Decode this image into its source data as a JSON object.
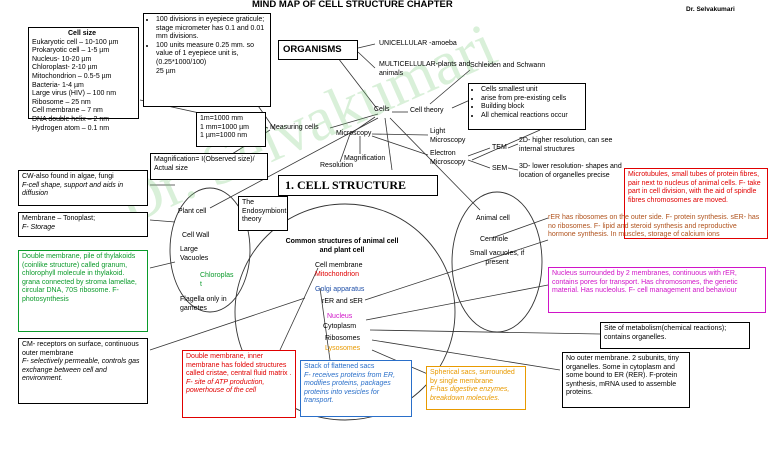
{
  "header": {
    "title": "MIND MAP OF CELL STRUCTURE CHAPTER",
    "author": "Dr. Selvakumari"
  },
  "watermark": "Dr. Selvakumari",
  "central_topic": "1. CELL STRUCTURE",
  "cell_size": {
    "heading": "Cell size",
    "lines": [
      "Eukaryotic cell – 10-100 µm",
      "Prokaryotic cell – 1-5 µm",
      "Nucleus- 10-20 µm",
      "Chloroplast- 2-10 µm",
      "Mitochondrion – 0.5-5 µm",
      "Bacteria- 1-4 µm",
      "Large virus (HIV) – 100 nm",
      "Ribosome – 25 nm",
      "Cell membrane – 7 nm",
      "DNA double helix – 2 nm",
      "Hydrogen atom – 0.1 nm"
    ]
  },
  "eyepiece": {
    "lines": [
      "100 divisions in eyepiece graticule; stage micrometer has 0.1 and 0.01 mm divisions.",
      "100 units measure 0.25 mm. so value of 1 eyepiece unit is,         (0.25*1000/100)",
      "25 µm"
    ]
  },
  "units": {
    "lines": [
      "1m=1000 mm",
      "1 mm=1000 µm",
      "1 µm=1000 nm"
    ]
  },
  "magnification_formula": "Magnification= I(Observed size)/ Actual size",
  "organisms": {
    "label": "ORGANISMS",
    "unicellular": "UNICELLULAR -amoeba",
    "multicellular": "MULTICELLULAR-plants and animals"
  },
  "schleiden": "Schleiden and Schwann",
  "cell_theory": {
    "label": "Cell theory",
    "points": [
      "Cells smallest unit",
      "arise from pre-existing cells",
      "Building block",
      "All chemical reactions occur"
    ]
  },
  "nodes": {
    "cells": "Cells",
    "measuring_cells": "Measuring cells",
    "microscopy": "Microscopy",
    "resolution": "Resolution",
    "magnification": "Magnification",
    "light_microscopy": "Light Microscopy",
    "electron_microscopy": "Electron Microscopy",
    "tem": "TEM",
    "sem": "SEM",
    "tem_desc": "2D- higher resolution, can see internal structures",
    "sem_desc": "3D- lower resolution- shapes and location of organelles precise"
  },
  "plant_cell": {
    "label": "Plant cell",
    "items": [
      "Cell Wall",
      "Large Vacuoles",
      "Chloroplas t",
      "Flagella only in gametes"
    ]
  },
  "endosymbiont": "The Endosymbiont theory",
  "animal_cell": {
    "label": "Animal cell",
    "items": [
      "Centriole",
      "Small vacuoles, if present"
    ]
  },
  "common": {
    "heading": "Common structures of animal cell and plant cell",
    "cell_membrane": "Cell membrane",
    "mitochondrion": "Mitochondrion",
    "golgi": "Golgi apparatus",
    "er": "rER and sER",
    "nucleus": "Nucleus",
    "cytoplasm": "Cytoplasm",
    "ribosomes": "Ribosomes",
    "lysosomes": "Lysosomes"
  },
  "notes": {
    "cell_wall": [
      "CW-also found in algae, fungi",
      "F-cell shape, support and aids in diffusion"
    ],
    "vacuole": [
      "Membrane – Tonoplast;",
      "F- Storage"
    ],
    "chloroplast": "Double membrane, pile of thylakoids (coinlike structure) called granum, chlorophyll molecule in thylakoid. grana connected by stroma lamellae, circular DNA, 70S ribosome. F- photosynthesis",
    "cell_membrane": [
      "CM- receptors on surface, continuous outer membrane",
      "F- selectively permeable, controls gas exchange between cell and environment."
    ],
    "mitochondrion": [
      "Double membrane, inner membrane has folded structures called cristae, central fluid matrix .",
      "F- site of ATP production, powerhouse of the cell"
    ],
    "golgi": [
      "Stack of flattened sacs",
      "F- receives proteins from ER, modifies proteins, packages proteins into vesicles for transport."
    ],
    "lysosomes": [
      "Spherical sacs, surrounded by single membrane",
      "F-has digestive enzymes, breakdown molecules."
    ],
    "microtubules": "Microtubules, small tubes of protein fibres, pair next to nucleus of animal cells. F- take part in cell division, with the aid of spindle fibres chromosomes are moved.",
    "er": "rER has ribosomes on the outer side. F- protein synthesis. sER- has no ribosomes. F- lipid and steroid synthesis and reproductive hormone synthesis. In muscles, storage of calcium ions",
    "nucleus": "Nucleus surrounded by 2 membranes, continuous with rER, contains pores for transport. Has chromosomes, the genetic material. Has nucleolus. F- cell management and behaviour",
    "cytoplasm": "Site of metabolism(chemical reactions); contains organelles.",
    "ribosomes": "No outer membrane. 2 subunits, tiny organelles. Some in cytoplasm and some bound to ER (RER). F-protein synthesis, mRNA used to assemble proteins."
  },
  "colors": {
    "green": "#0a9a2a",
    "red": "#e00000",
    "blue": "#1f4fa8",
    "magenta": "#d014c8",
    "orange": "#e89a00",
    "brown": "#b0521c",
    "chloro_green": "#18a030",
    "golgi_blue": "#2a6fc9"
  }
}
